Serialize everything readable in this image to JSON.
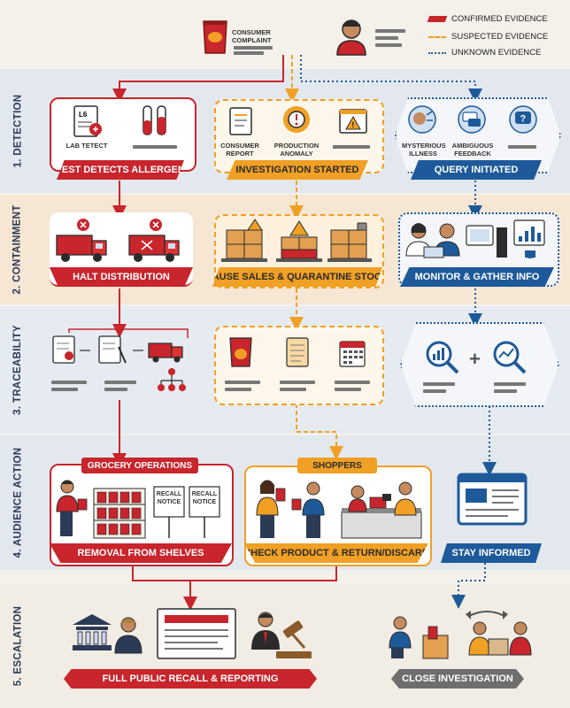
{
  "top": {
    "complaint_label": "CONSUMER COMPLAINT"
  },
  "legend": [
    {
      "label": "CONFIRMED EVIDENCE",
      "color": "#c8252c",
      "style": "solid"
    },
    {
      "label": "SUSPECTED EVIDENCE",
      "color": "#f0a025",
      "style": "dashed"
    },
    {
      "label": "UNKNOWN EVIDENCE",
      "color": "#1e5a9a",
      "style": "dotted"
    }
  ],
  "stages": [
    {
      "label": "1. DETECTION"
    },
    {
      "label": "2. CONTAINMENT"
    },
    {
      "label": "3. TRACEABILITY"
    },
    {
      "label": "4. AUDIENCE ACTION"
    },
    {
      "label": "5. ESCALATION"
    }
  ],
  "detection": {
    "confirmed": {
      "icon_label": "LAB TETECT",
      "banner": "TEST DETECTS ALLERGEN"
    },
    "suspected": {
      "items": [
        "CONSUMER REPORT",
        "PRODUCTION ANOMALY"
      ],
      "banner": "INVESTIGATION STARTED"
    },
    "unknown": {
      "items": [
        "MYSTERIOUS ILLNESS",
        "AMBIGUOUS FEEDBACK"
      ],
      "banner": "QUERY INITIATED"
    }
  },
  "containment": {
    "confirmed": {
      "banner": "HALT DISTRIBUTION"
    },
    "suspected": {
      "banner": "PAUSE SALES & QUARANTINE STOCK"
    },
    "unknown": {
      "banner": "MONITOR & GATHER INFO"
    }
  },
  "audience": {
    "confirmed": {
      "header": "GROCERY OPERATIONS",
      "notices": [
        "RECALL NOTICE",
        "RECALL NOTICE"
      ],
      "banner": "REMOVAL FROM SHELVES"
    },
    "suspected": {
      "header": "SHOPPERS",
      "banner": "CHECK PRODUCT & RETURN/DISCARD"
    },
    "unknown": {
      "banner": "STAY INFORMED"
    }
  },
  "escalation": {
    "confirmed": {
      "banner": "FULL PUBLIC RECALL & REPORTING"
    },
    "unknown": {
      "banner": "CLOSE INVESTIGATION"
    }
  }
}
